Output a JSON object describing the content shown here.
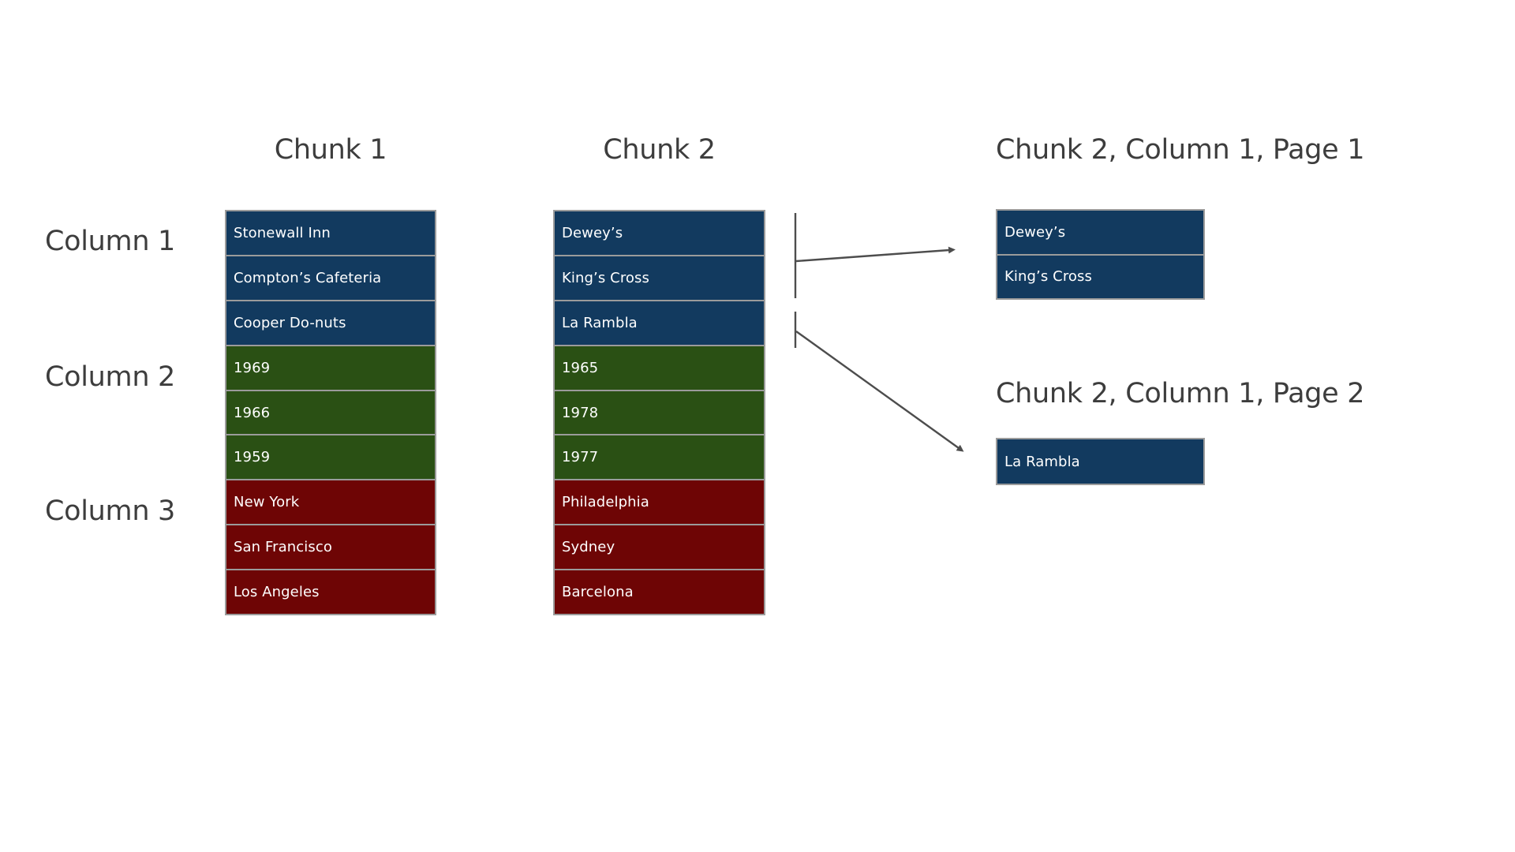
{
  "diagram": {
    "colors": {
      "column1": "#123a5f",
      "column2": "#2a5014",
      "column3": "#6e0505",
      "border": "#9b9b9b",
      "label_text": "#3d3d3d",
      "cell_text": "#ffffff",
      "arrow": "#4d4d4d",
      "background": "#ffffff"
    },
    "row_group_labels": [
      {
        "label": "Column 1"
      },
      {
        "label": "Column 2"
      },
      {
        "label": "Column 3"
      }
    ],
    "chunks": [
      {
        "title": "Chunk 1",
        "cells": [
          {
            "text": "Stonewall Inn",
            "column": "column1"
          },
          {
            "text": "Compton’s Cafeteria",
            "column": "column1"
          },
          {
            "text": "Cooper Do-nuts",
            "column": "column1"
          },
          {
            "text": "1969",
            "column": "column2"
          },
          {
            "text": "1966",
            "column": "column2"
          },
          {
            "text": "1959",
            "column": "column2"
          },
          {
            "text": "New York",
            "column": "column3"
          },
          {
            "text": "San Francisco",
            "column": "column3"
          },
          {
            "text": "Los Angeles",
            "column": "column3"
          }
        ]
      },
      {
        "title": "Chunk 2",
        "cells": [
          {
            "text": "Dewey’s",
            "column": "column1"
          },
          {
            "text": "King’s Cross",
            "column": "column1"
          },
          {
            "text": "La Rambla",
            "column": "column1"
          },
          {
            "text": "1965",
            "column": "column2"
          },
          {
            "text": "1978",
            "column": "column2"
          },
          {
            "text": "1977",
            "column": "column2"
          },
          {
            "text": "Philadelphia",
            "column": "column3"
          },
          {
            "text": "Sydney",
            "column": "column3"
          },
          {
            "text": "Barcelona",
            "column": "column3"
          }
        ]
      }
    ],
    "pages": [
      {
        "title": "Chunk 2, Column 1, Page 1",
        "cells": [
          {
            "text": "Dewey’s",
            "column": "column1"
          },
          {
            "text": "King’s Cross",
            "column": "column1"
          }
        ]
      },
      {
        "title": "Chunk 2, Column 1, Page 2",
        "cells": [
          {
            "text": "La Rambla",
            "column": "column1"
          }
        ]
      }
    ]
  }
}
